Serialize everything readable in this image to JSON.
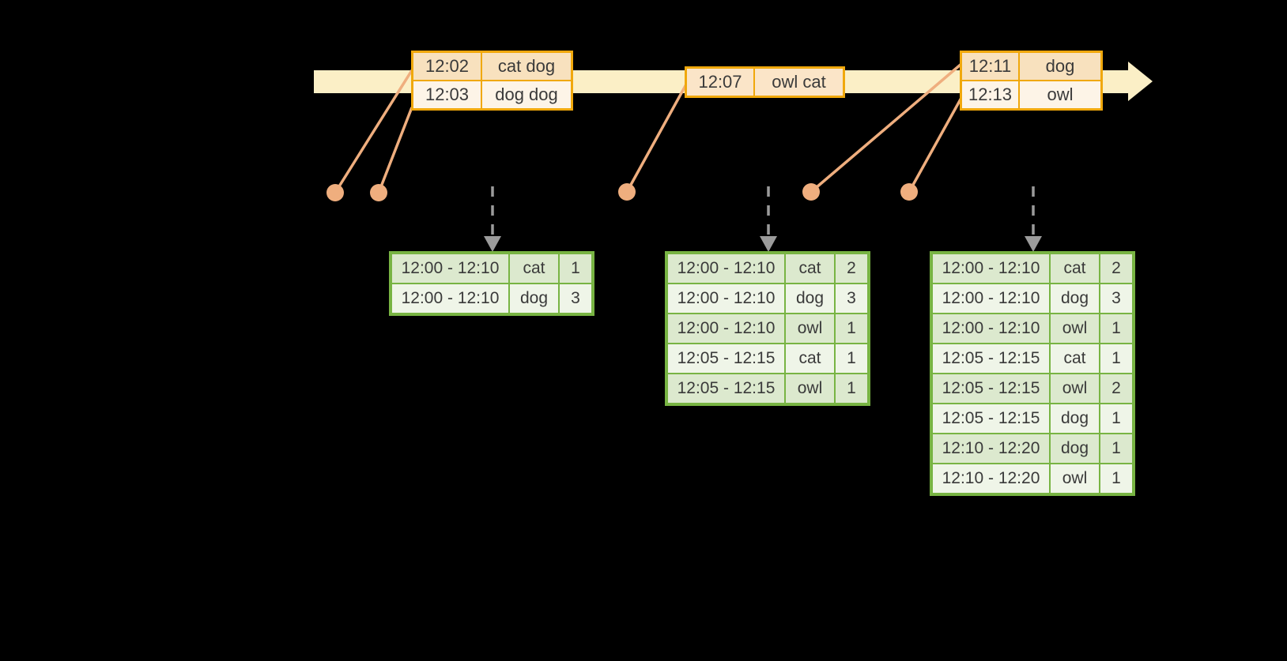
{
  "diagram": {
    "kind": "streaming-windowed-word-count",
    "background": "#000000"
  },
  "palette": {
    "timeline_band": "#FBEFC6",
    "event_table_border": "#F0A80C",
    "event_row_dark": "#F8E1BE",
    "event_row_light": "#FDF4E7",
    "event_row_medium": "#FBE5C8",
    "connector_and_dot": "#EFAE7E",
    "trigger_arrow": "#9B9B9B",
    "result_table_border": "#78B443",
    "result_row_dark": "#DCE9CE",
    "result_row_light": "#EFF5E8",
    "text": "#3A3A3A"
  },
  "icons": {
    "timeline_arrowhead": "right-triangle",
    "event_dot": "filled-circle",
    "trigger_arrowhead": "down-triangle"
  },
  "event_tables": [
    {
      "rows": [
        {
          "time": "12:02",
          "words": "cat dog"
        },
        {
          "time": "12:03",
          "words": "dog dog"
        }
      ]
    },
    {
      "rows": [
        {
          "time": "12:07",
          "words": "owl cat"
        }
      ]
    },
    {
      "rows": [
        {
          "time": "12:11",
          "words": "dog"
        },
        {
          "time": "12:13",
          "words": "owl"
        }
      ]
    }
  ],
  "result_tables": [
    {
      "rows": [
        [
          "12:00 - 12:10",
          "cat",
          "1"
        ],
        [
          "12:00 - 12:10",
          "dog",
          "3"
        ]
      ]
    },
    {
      "rows": [
        [
          "12:00 - 12:10",
          "cat",
          "2"
        ],
        [
          "12:00 - 12:10",
          "dog",
          "3"
        ],
        [
          "12:00 - 12:10",
          "owl",
          "1"
        ],
        [
          "12:05 - 12:15",
          "cat",
          "1"
        ],
        [
          "12:05 - 12:15",
          "owl",
          "1"
        ]
      ]
    },
    {
      "rows": [
        [
          "12:00 - 12:10",
          "cat",
          "2"
        ],
        [
          "12:00 - 12:10",
          "dog",
          "3"
        ],
        [
          "12:00 - 12:10",
          "owl",
          "1"
        ],
        [
          "12:05 - 12:15",
          "cat",
          "1"
        ],
        [
          "12:05 - 12:15",
          "owl",
          "2"
        ],
        [
          "12:05 - 12:15",
          "dog",
          "1"
        ],
        [
          "12:10 - 12:20",
          "dog",
          "1"
        ],
        [
          "12:10 - 12:20",
          "owl",
          "1"
        ]
      ]
    }
  ]
}
